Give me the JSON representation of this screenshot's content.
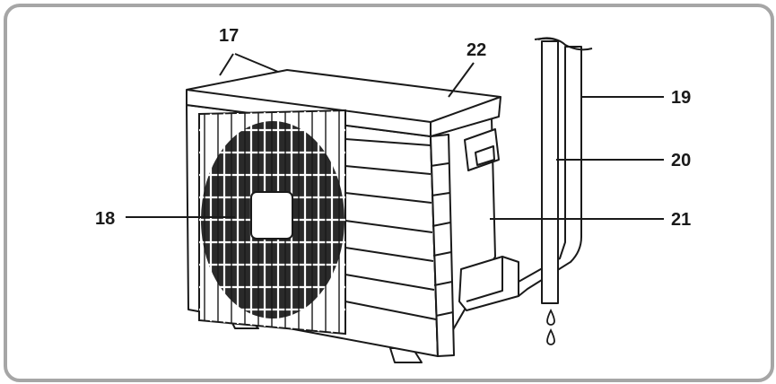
{
  "figure": {
    "callouts": [
      {
        "id": "17",
        "text": "17"
      },
      {
        "id": "22",
        "text": "22"
      },
      {
        "id": "19",
        "text": "19"
      },
      {
        "id": "20",
        "text": "20"
      },
      {
        "id": "21",
        "text": "21"
      },
      {
        "id": "18",
        "text": "18"
      }
    ],
    "colors": {
      "frame": "#a6a6a6",
      "line": "#1a1a1a",
      "fill": "#ffffff"
    }
  }
}
